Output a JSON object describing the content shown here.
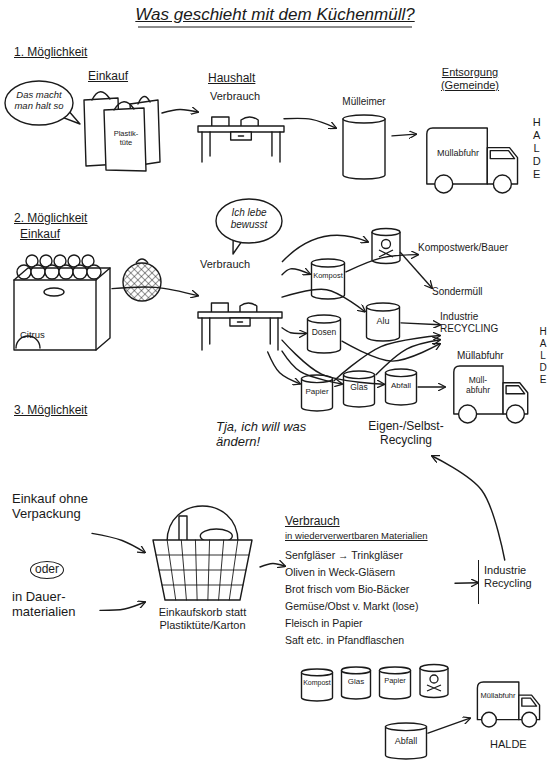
{
  "diagram": {
    "title": "Was geschieht mit dem Küchenmüll?",
    "nodes": [
      {
        "text": [
          "Das macht man halt so"
        ]
      },
      {
        "text": [
          "Einkauf",
          "Plastik-tüte"
        ]
      },
      {
        "text": [
          "Haushalt",
          "Verbrauch"
        ]
      },
      {
        "text": [
          "Mülleimer"
        ]
      },
      {
        "text": [
          "Entsorgung (Gemeinde)",
          "Müllabfuhr"
        ]
      },
      {
        "text": [
          "Einkauf",
          "Citrus"
        ]
      },
      {
        "text": [
          "Ich lebe bewusst"
        ]
      },
      {
        "text": [
          "Verbrauch"
        ]
      },
      {
        "text": [
          "Kompost"
        ]
      },
      {
        "text": [
          "Alu"
        ]
      },
      {
        "text": [
          "Dosen"
        ]
      },
      {
        "text": [
          "Papier"
        ]
      },
      {
        "text": [
          "Glas"
        ]
      },
      {
        "text": [
          "Abfall"
        ]
      },
      {
        "text": [
          "Kompostwerk/Bauer"
        ]
      },
      {
        "text": [
          "Sondermüll"
        ]
      },
      {
        "text": [
          "Industrie RECYCLING"
        ]
      },
      {
        "text": [
          "Müllabfuhr",
          "Müll-abfuhr"
        ]
      },
      {
        "text": [
          "Eigen-/Selbst-Recycling"
        ]
      },
      {
        "text": [
          "Einkauf ohne Verpackung"
        ]
      },
      {
        "text": [
          "in Dauer-materialien"
        ]
      },
      {
        "text": [
          "Einkaufskorb statt Plastiktüte/Karton"
        ]
      },
      {
        "text": [
          "Verbrauch",
          "in wiederverwertbaren Materialien",
          "Senfgläser → Trinkgläser",
          "Oliven in Weck-Gläsern",
          "Brot frisch vom Bio-Bäcker",
          "Gemüse/Obst v. Markt (lose)",
          "Fleisch in Papier",
          "Saft etc. in Pfandflaschen"
        ]
      },
      {
        "text": [
          "Industrie Recycling"
        ]
      },
      {
        "text": [
          "Kompost"
        ]
      },
      {
        "text": [
          "Glas"
        ]
      },
      {
        "text": [
          "Papier"
        ]
      },
      {
        "text": [
          "Abfall"
        ]
      },
      {
        "text": [
          "Müllabfuhr"
        ]
      }
    ],
    "edges": [
      {
        "from": 1,
        "to": 2,
        "arrow": "to"
      },
      {
        "from": 2,
        "to": 3,
        "arrow": "to"
      },
      {
        "from": 3,
        "to": 4,
        "arrow": "to"
      },
      {
        "from": 5,
        "to": 7,
        "arrow": "to"
      },
      {
        "from": 7,
        "to": 8,
        "arrow": "to"
      },
      {
        "from": 7,
        "to": 9,
        "arrow": "to"
      },
      {
        "from": 7,
        "to": 10,
        "arrow": "to"
      },
      {
        "from": 7,
        "to": 11,
        "arrow": "to"
      },
      {
        "from": 7,
        "to": 12,
        "arrow": "to"
      },
      {
        "from": 7,
        "to": 13,
        "arrow": "to"
      },
      {
        "from": 8,
        "to": 14,
        "arrow": "to"
      },
      {
        "from": 9,
        "to": 16,
        "arrow": "to"
      },
      {
        "from": 10,
        "to": 16,
        "arrow": "to"
      },
      {
        "from": 11,
        "to": 16,
        "arrow": "to"
      },
      {
        "from": 12,
        "to": 16,
        "arrow": "to"
      },
      {
        "from": 13,
        "to": 17,
        "arrow": "to"
      },
      {
        "from": 19,
        "to": 21,
        "arrow": "to"
      },
      {
        "from": 20,
        "to": 21,
        "arrow": "to"
      },
      {
        "from": 21,
        "to": 22,
        "arrow": "to"
      },
      {
        "from": 22,
        "to": 23,
        "arrow": "to"
      },
      {
        "from": 23,
        "to": 18,
        "arrow": "to"
      },
      {
        "from": 27,
        "to": 28,
        "arrow": "to"
      }
    ],
    "labels": [
      "1. Möglichkeit",
      "HALDE",
      "2. Möglichkeit",
      "HALDE",
      "3. Möglichkeit",
      "Tja, ich will was ändern!",
      "oder",
      "HALDE"
    ]
  }
}
